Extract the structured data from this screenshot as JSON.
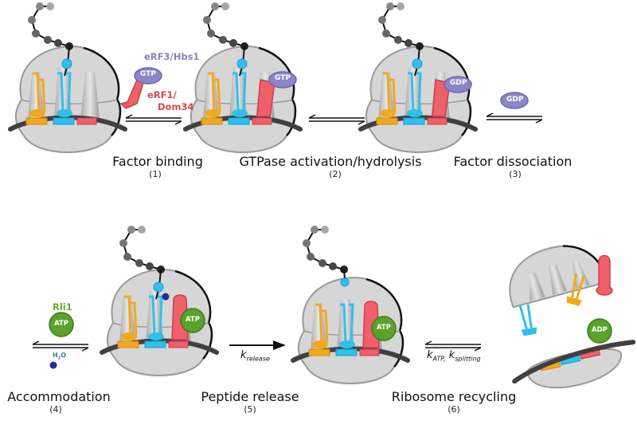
{
  "colors": {
    "ribosome_fill": "#d9d9d9",
    "ribosome_stroke": "#1a1a1a",
    "trna_p": "#f2a81d",
    "trna_a": "#2fc0ec",
    "erf1": "#f0606a",
    "gtp_fill": "#8c86c8",
    "atp_fill": "#5aa22a",
    "water": "#1f2f8f",
    "mrna": "#404040",
    "label_erf3": "#8880c0",
    "label_erf1": "#d9454f",
    "label_rli1": "#6aab2e",
    "label_water": "#3a6fc0"
  },
  "stages": [
    {
      "title": "Factor binding",
      "number": "(1)"
    },
    {
      "title": "GTPase activation/hydrolysis",
      "number": "(2)"
    },
    {
      "title": "Factor dissociation",
      "number": "(3)"
    },
    {
      "title": "Accommodation",
      "number": "(4)"
    },
    {
      "title": "Peptide release",
      "number": "(5)"
    },
    {
      "title": "Ribosome recycling",
      "number": "(6)"
    }
  ],
  "labels": {
    "erf3": "eRF3/Hbs1",
    "erf1_line1": "eRF1/",
    "erf1_line2": "Dom34",
    "rli1": "Rli1",
    "gtp": "GTP",
    "gdp": "GDP",
    "atp": "ATP",
    "adp": "ADP",
    "water_h": "H",
    "water_2": "2",
    "water_o": "O"
  },
  "rates": {
    "release_k": "k",
    "release_sub": "release",
    "recycling_k1": "k",
    "recycling_sub1": "ATP,",
    "recycling_k2": "k",
    "recycling_sub2": "splitting"
  }
}
